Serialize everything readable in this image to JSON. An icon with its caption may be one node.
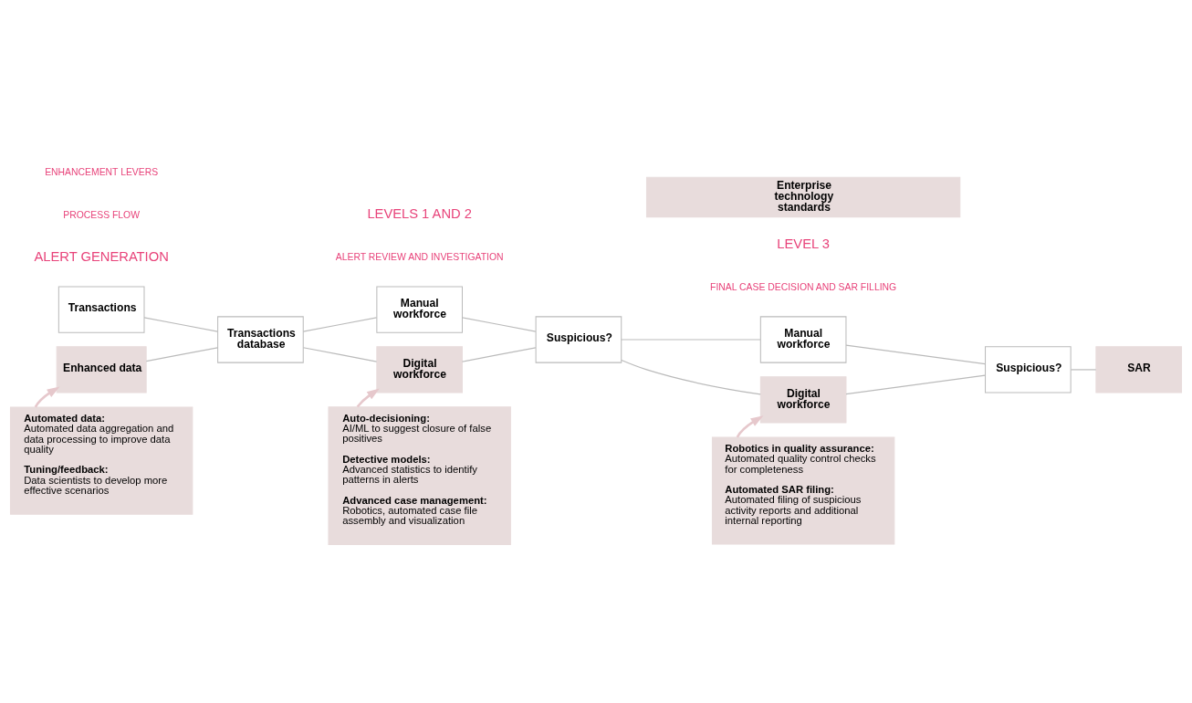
{
  "diagram": {
    "nodes": [
      {
        "text": [
          "Transactions"
        ]
      },
      {
        "text": [
          "Enhanced data"
        ]
      },
      {
        "text": [
          "Transactions database"
        ]
      },
      {
        "text": [
          "Manual workforce"
        ]
      },
      {
        "text": [
          "Digital workforce"
        ]
      },
      {
        "text": [
          "Suspicious?"
        ]
      },
      {
        "text": [
          "Manual workforce"
        ]
      },
      {
        "text": [
          "Digital workforce"
        ]
      },
      {
        "text": [
          "Suspicious?"
        ]
      },
      {
        "text": [
          "SAR"
        ]
      },
      {
        "text": [
          "Automated data:",
          "Automated data aggregation and data processing to improve data quality",
          "Tuning/feedback:",
          "Data scientists to develop more effective scenarios"
        ]
      },
      {
        "text": [
          "Auto-decisioning:",
          "AI/ML to suggest closure of false positives",
          "Detective models:",
          "Advanced statistics to identify patterns in alerts",
          "Advanced case management:",
          "Robotics, automated case file assembly and visualization"
        ]
      },
      {
        "text": [
          "Robotics in quality assurance:",
          "Automated quality control checks for completeness",
          "Automated SAR filing:",
          "Automated filing of suspicious activity reports and additional internal reporting"
        ]
      },
      {
        "text": [
          "Enterprise technology standards"
        ]
      }
    ],
    "edges": [
      {
        "from": 0,
        "to": 2,
        "arrow": "none"
      },
      {
        "from": 1,
        "to": 2,
        "arrow": "none"
      },
      {
        "from": 2,
        "to": 3,
        "arrow": "none"
      },
      {
        "from": 2,
        "to": 4,
        "arrow": "none"
      },
      {
        "from": 3,
        "to": 5,
        "arrow": "none"
      },
      {
        "from": 4,
        "to": 5,
        "arrow": "none"
      },
      {
        "from": 5,
        "to": 6,
        "arrow": "none"
      },
      {
        "from": 5,
        "to": 7,
        "arrow": "none"
      },
      {
        "from": 6,
        "to": 8,
        "arrow": "none"
      },
      {
        "from": 7,
        "to": 8,
        "arrow": "none"
      },
      {
        "from": 8,
        "to": 9,
        "arrow": "none"
      },
      {
        "from": 10,
        "to": 1,
        "arrow": "to",
        "color": "#e6c8cc"
      },
      {
        "from": 11,
        "to": 4,
        "arrow": "to",
        "color": "#e6c8cc"
      },
      {
        "from": 12,
        "to": 7,
        "arrow": "to",
        "color": "#e6c8cc"
      }
    ],
    "labels": [
      "ALERT GENERATION",
      "LEVELS 1 AND 2",
      "ALERT REVIEW AND INVESTIGATION",
      "LEVEL 3",
      "FINAL CASE DECISION AND SAR FILLING",
      "PROCESS FLOW",
      "ENHANCEMENT LEVERS"
    ]
  }
}
